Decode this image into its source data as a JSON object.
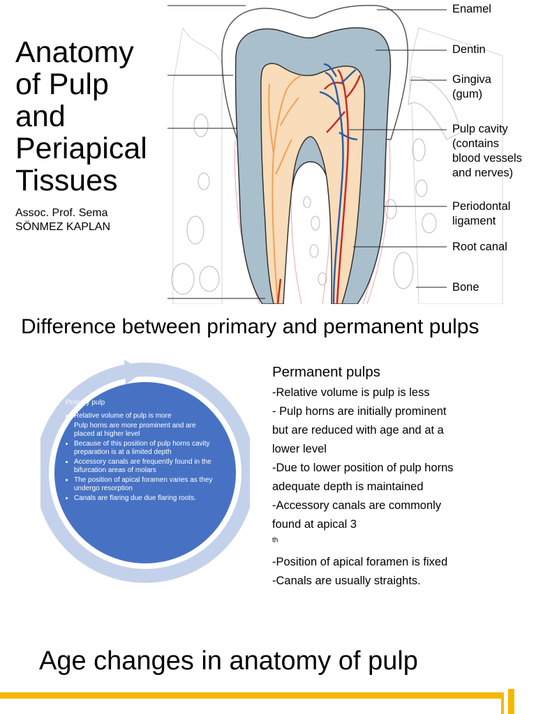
{
  "slide1": {
    "title_lines": [
      "Anatomy",
      "of Pulp",
      "and",
      "Periapical",
      "Tissues"
    ],
    "author_lines": [
      "Assoc. Prof. Sema",
      "SÖNMEZ KAPLAN"
    ],
    "labels": {
      "enamel": [
        "Enamel"
      ],
      "dentin": [
        "Dentin"
      ],
      "gingiva": [
        "Gingiva",
        "(gum)"
      ],
      "pulp_cavity": [
        "Pulp cavity",
        "(contains",
        "blood vessels",
        "and nerves)"
      ],
      "periodontal": [
        "Periodontal",
        "ligament"
      ],
      "root_canal": [
        "Root canal"
      ],
      "bone": [
        "Bone"
      ]
    },
    "colors": {
      "enamel": "#ffffff",
      "dentin": "#a9bfcc",
      "pulp": "#f9dcb9",
      "nerve": "#f0a15a",
      "artery": "#c72a25",
      "vein": "#2f5da8"
    }
  },
  "slide2": {
    "title": "Difference between  primary  and  permanent pulps",
    "primary": {
      "heading": "Primary pulp",
      "items": [
        "Relative volume of pulp is more",
        "Pulp horns are more prominent and are placed at higher level",
        "Because of this position of pulp horns cavity preparation is at a limited depth",
        "Accessory canals are frequently found in the bifurcation areas of molars",
        "The position of apical foramen varies as they undergo resorption",
        "Canals are flaring due due flaring roots."
      ]
    },
    "permanent": {
      "heading": "Permanent pulps",
      "lines": [
        "-Relative volume is pulp is less",
        "- Pulp horns are initially prominent",
        "but are reduced with age and at a",
        "lower level",
        "-Due to lower position of pulp horns",
        "adequate depth is maintained",
        "-Accessory canals are commonly",
        "found at apical 3",
        "-Position of apical foramen is fixed",
        "-Canals are usually straights."
      ],
      "superscript": "th"
    },
    "colors": {
      "ring": "#c4d1ea",
      "disc": "#4772c4",
      "arrow": "#c4d1ea"
    }
  },
  "slide3": {
    "title": "Age changes in anatomy of pulp",
    "colors": {
      "bar": "#f5b800"
    }
  }
}
